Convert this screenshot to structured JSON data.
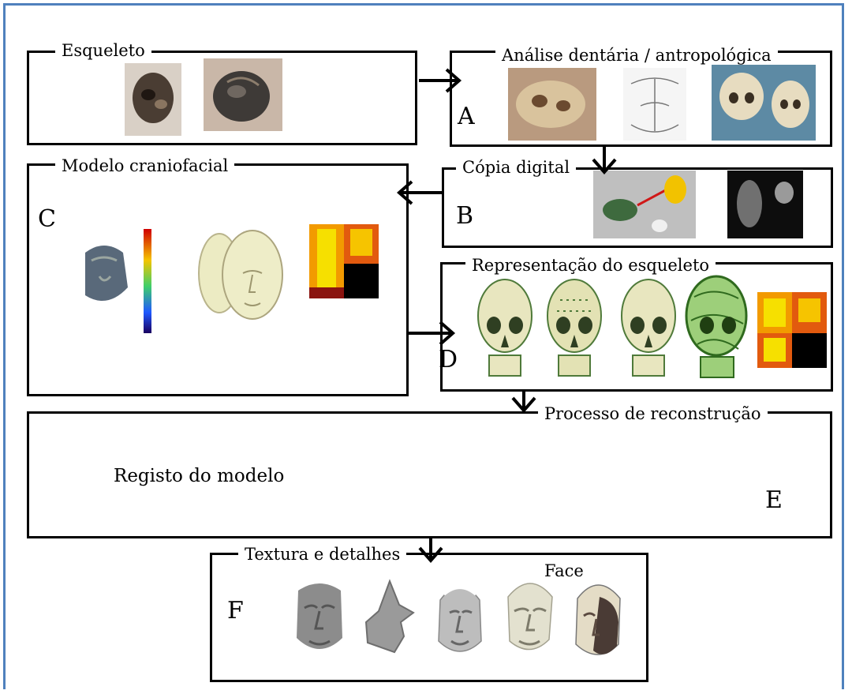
{
  "boxes": {
    "esqueleto": {
      "title": "Esqueleto"
    },
    "analise": {
      "title": "Análise dentária / antropológica",
      "letter": "A"
    },
    "copia": {
      "title": "Cópia digital",
      "letter": "B"
    },
    "modelo": {
      "title": "Modelo craniofacial",
      "letter": "C"
    },
    "representacao": {
      "title": "Representação do esqueleto",
      "letter": "D"
    },
    "processo": {
      "title": "Processo de reconstrução",
      "letter": "E",
      "body": "Registo do modelo"
    },
    "textura": {
      "title": "Textura e detalhes",
      "letter": "F",
      "label": "Face"
    }
  },
  "colors": {
    "frame": "#4f81bd",
    "border": "#000000",
    "skull_green": "#4f7a3a",
    "skull_ivory": "#e8e6bf",
    "heatmap": [
      "#f6e000",
      "#f29a00",
      "#e25a0e",
      "#8a1410",
      "#000000"
    ]
  },
  "icons": [
    "skull-photo-icon",
    "skull-drawing-icon",
    "skull-model-icon",
    "ct-scan-icon",
    "heatmap-icon",
    "color-scale-icon",
    "head-mesh-icon",
    "face-model-icon",
    "arrow-icon"
  ]
}
